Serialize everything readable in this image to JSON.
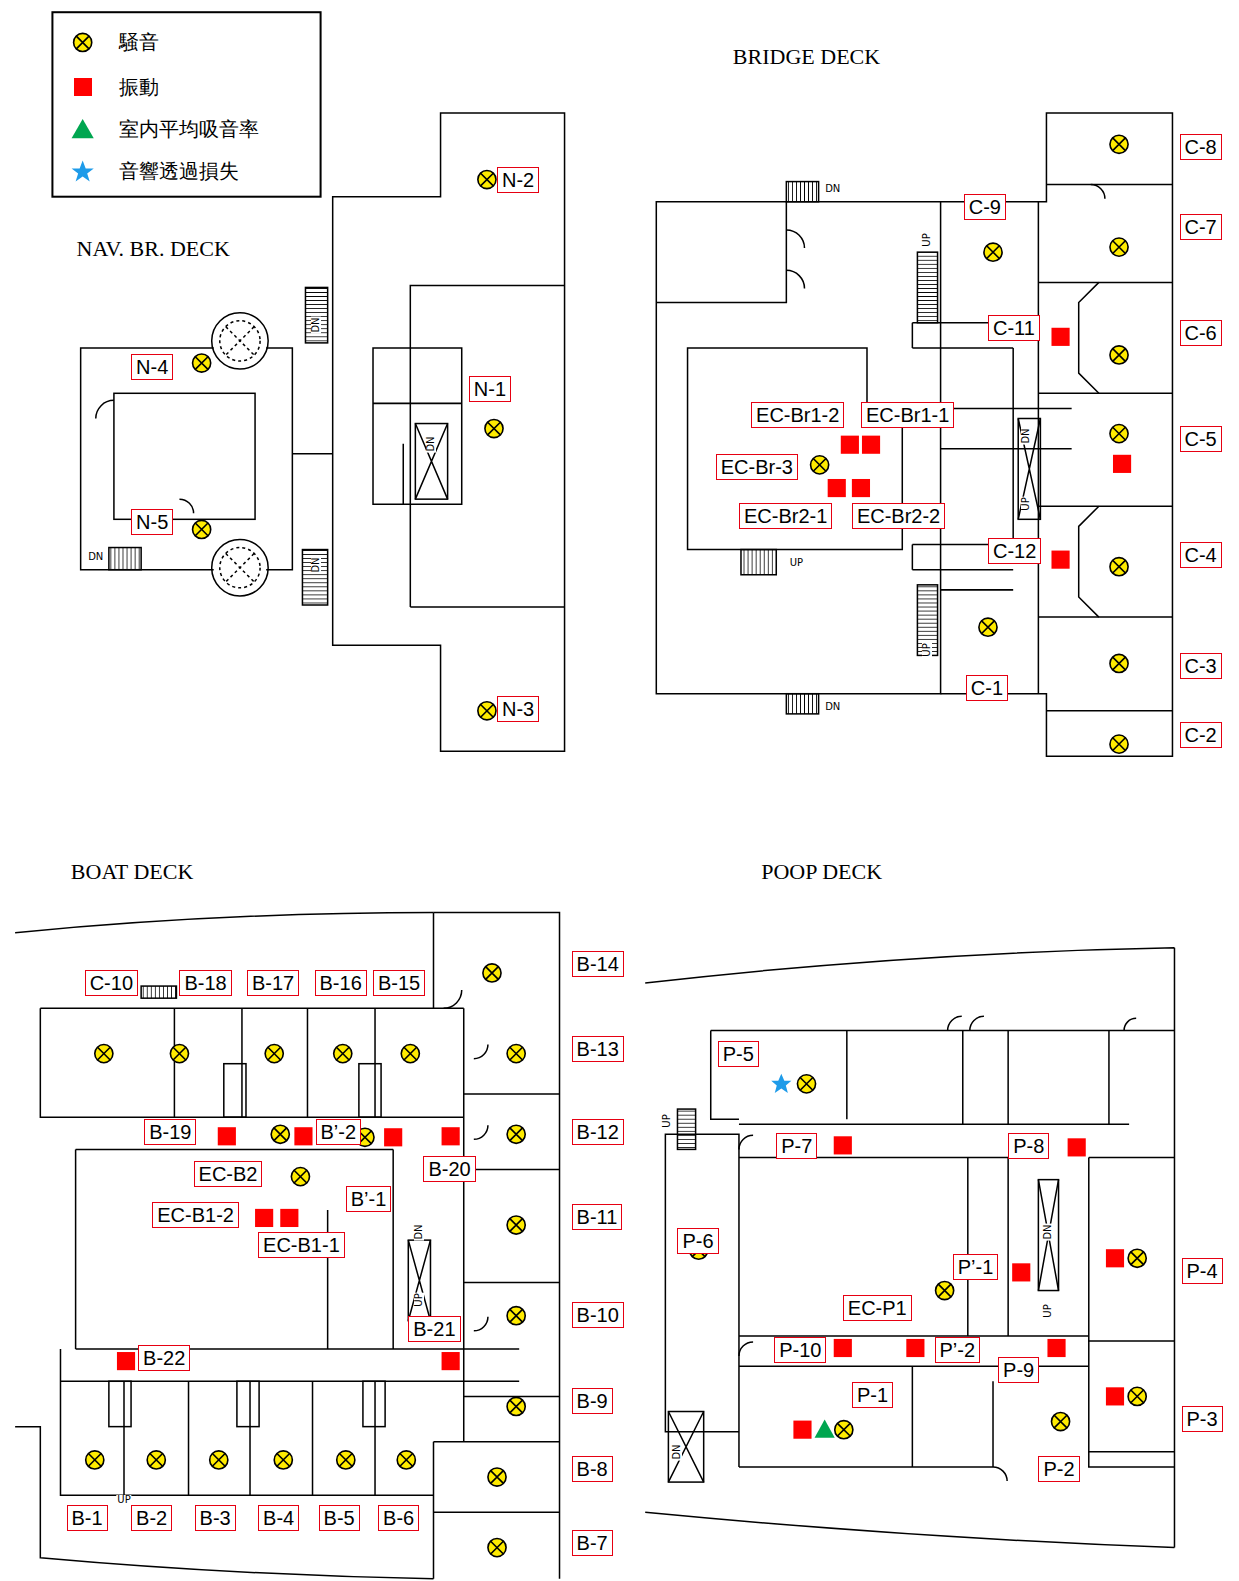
{
  "diagram": {
    "nodes": [
      {
        "text": [
          "N-2"
        ]
      },
      {
        "text": [
          "N-1"
        ]
      },
      {
        "text": [
          "N-4"
        ]
      },
      {
        "text": [
          "N-5"
        ]
      },
      {
        "text": [
          "N-3"
        ]
      },
      {
        "text": [
          "C-8"
        ]
      },
      {
        "text": [
          "C-9"
        ]
      },
      {
        "text": [
          "C-7"
        ]
      },
      {
        "text": [
          "C-11"
        ]
      },
      {
        "text": [
          "C-6"
        ]
      },
      {
        "text": [
          "EC-Br1-2"
        ]
      },
      {
        "text": [
          "EC-Br1-1"
        ]
      },
      {
        "text": [
          "C-5"
        ]
      },
      {
        "text": [
          "EC-Br-3"
        ]
      },
      {
        "text": [
          "EC-Br2-1"
        ]
      },
      {
        "text": [
          "EC-Br2-2"
        ]
      },
      {
        "text": [
          "C-12"
        ]
      },
      {
        "text": [
          "C-4"
        ]
      },
      {
        "text": [
          "C-3"
        ]
      },
      {
        "text": [
          "C-1"
        ]
      },
      {
        "text": [
          "C-2"
        ]
      },
      {
        "text": [
          "C-10"
        ]
      },
      {
        "text": [
          "B-18"
        ]
      },
      {
        "text": [
          "B-17"
        ]
      },
      {
        "text": [
          "B-16"
        ]
      },
      {
        "text": [
          "B-15"
        ]
      },
      {
        "text": [
          "B-14"
        ]
      },
      {
        "text": [
          "B-13"
        ]
      },
      {
        "text": [
          "B-19"
        ]
      },
      {
        "text": [
          "B’-2"
        ]
      },
      {
        "text": [
          "B-12"
        ]
      },
      {
        "text": [
          "B-20"
        ]
      },
      {
        "text": [
          "EC-B2"
        ]
      },
      {
        "text": [
          "B’-1"
        ]
      },
      {
        "text": [
          "EC-B1-2"
        ]
      },
      {
        "text": [
          "B-11"
        ]
      },
      {
        "text": [
          "EC-B1-1"
        ]
      },
      {
        "text": [
          "B-21"
        ]
      },
      {
        "text": [
          "B-10"
        ]
      },
      {
        "text": [
          "B-22"
        ]
      },
      {
        "text": [
          "B-9"
        ]
      },
      {
        "text": [
          "B-8"
        ]
      },
      {
        "text": [
          "B-1"
        ]
      },
      {
        "text": [
          "B-2"
        ]
      },
      {
        "text": [
          "B-3"
        ]
      },
      {
        "text": [
          "B-4"
        ]
      },
      {
        "text": [
          "B-5"
        ]
      },
      {
        "text": [
          "B-6"
        ]
      },
      {
        "text": [
          "B-7"
        ]
      },
      {
        "text": [
          "P-5"
        ]
      },
      {
        "text": [
          "P-7"
        ]
      },
      {
        "text": [
          "P-8"
        ]
      },
      {
        "text": [
          "P-6"
        ]
      },
      {
        "text": [
          "P’-1"
        ]
      },
      {
        "text": [
          "P-4"
        ]
      },
      {
        "text": [
          "EC-P1"
        ]
      },
      {
        "text": [
          "P-10"
        ]
      },
      {
        "text": [
          "P’-2"
        ]
      },
      {
        "text": [
          "P-9"
        ]
      },
      {
        "text": [
          "P-1"
        ]
      },
      {
        "text": [
          "P-3"
        ]
      },
      {
        "text": [
          "P-2"
        ]
      }
    ],
    "labels": [
      "NAV. BR. DECK",
      "BRIDGE DECK",
      "BOAT DECK",
      "POOP DECK",
      "DN",
      "DN",
      "DN",
      "DN",
      "DN",
      "UP",
      "DN",
      "UP",
      "UP",
      "UP",
      "DN",
      "DN",
      "UP",
      "UP",
      "UP",
      "DN",
      "UP",
      "DN"
    ],
    "legend": [
      {
        "text": "騒音"
      },
      {
        "text": "振動",
        "color": "#ff0000"
      },
      {
        "text": "室内平均吸音率"
      },
      {
        "text": "音響透過損失"
      }
    ]
  }
}
